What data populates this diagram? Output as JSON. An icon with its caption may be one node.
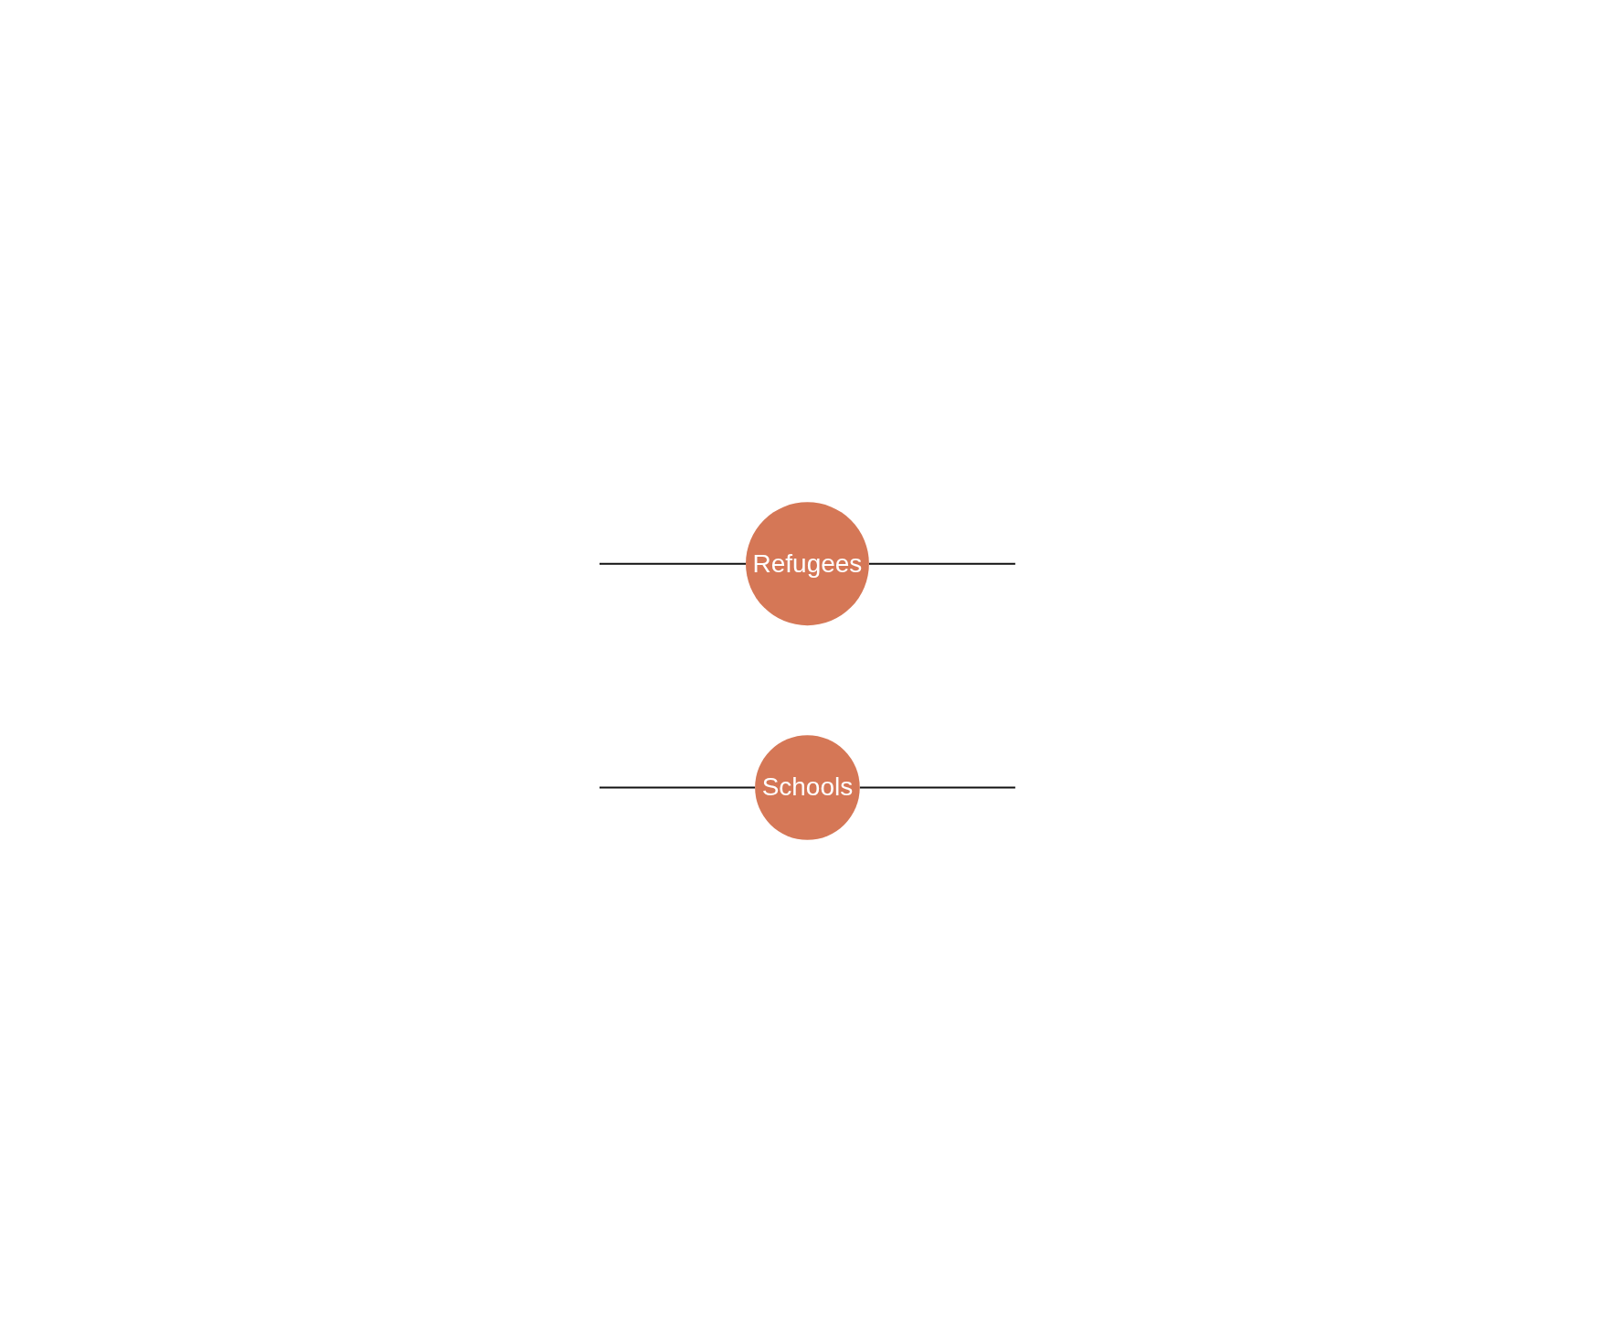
{
  "diagram": {
    "nodes": [
      {
        "text": [
          "Refugees"
        ]
      },
      {
        "text": [
          "Schools"
        ]
      }
    ],
    "edges": [
      {
        "from": null,
        "to": 0,
        "arrow": "none"
      },
      {
        "from": null,
        "to": 1,
        "arrow": "none"
      },
      {
        "from": 0,
        "to": null,
        "arrow": "none"
      },
      {
        "from": 1,
        "to": null,
        "arrow": "none"
      }
    ]
  }
}
